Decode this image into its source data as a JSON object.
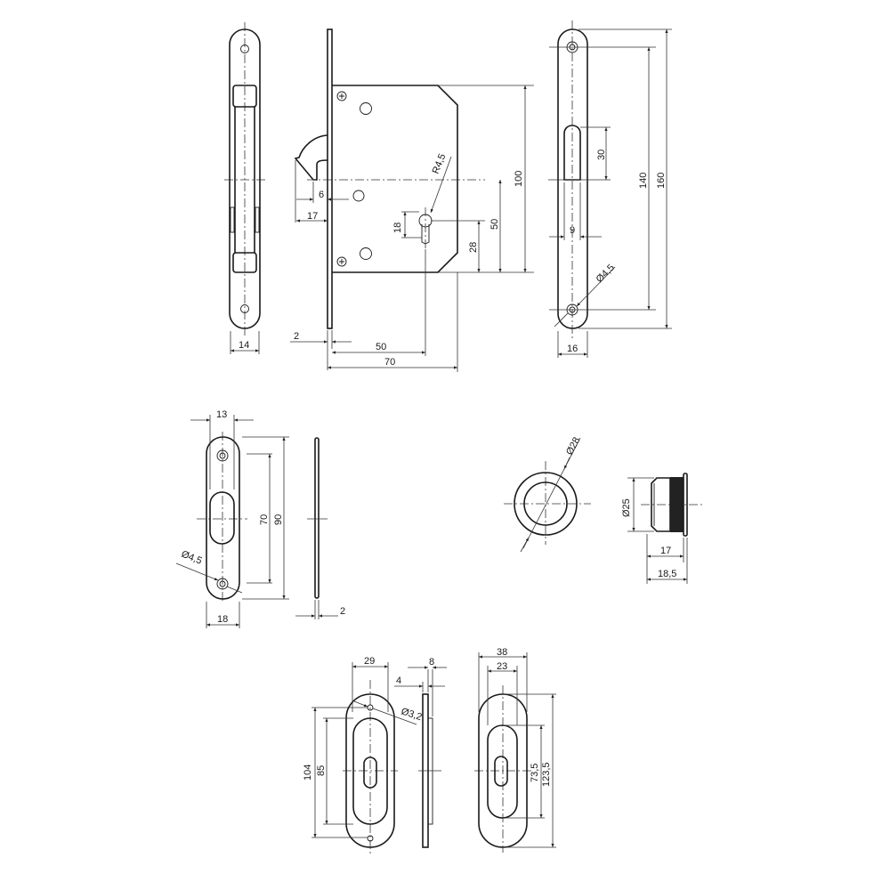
{
  "drawing": {
    "lock_body": {
      "faceplate_width": "14",
      "front_offset": "2",
      "backset": "50",
      "case_depth": "70",
      "hook_offset": "6",
      "hook_projection": "17",
      "keyhole_radius": "R4,5",
      "keyhole_height": "18",
      "height_28": "28",
      "height_50": "50",
      "case_height": "100"
    },
    "faceplate": {
      "slot_height": "30",
      "slot_width": "9",
      "screw_hole": "Ø4,5",
      "hole_spacing": "140",
      "plate_height": "160",
      "plate_width": "16"
    },
    "strike_plate": {
      "slot_width": "13",
      "hole_spacing": "70",
      "plate_height": "90",
      "screw_hole": "Ø4,5",
      "plate_width": "18",
      "thickness": "2"
    },
    "cup_pull_small": {
      "outer_diameter": "Ø28",
      "body_diameter": "Ø25",
      "body_depth": "17",
      "total_depth": "18,5"
    },
    "flush_handle_inner": {
      "width": "29",
      "screw_hole": "Ø3,2",
      "hole_spacing": "104",
      "recess_height": "85",
      "flange_thickness": "4",
      "total_thickness": "8"
    },
    "flush_handle_outer": {
      "width": "38",
      "recess_width": "23",
      "recess_height": "73,5",
      "plate_height": "123,5"
    }
  }
}
